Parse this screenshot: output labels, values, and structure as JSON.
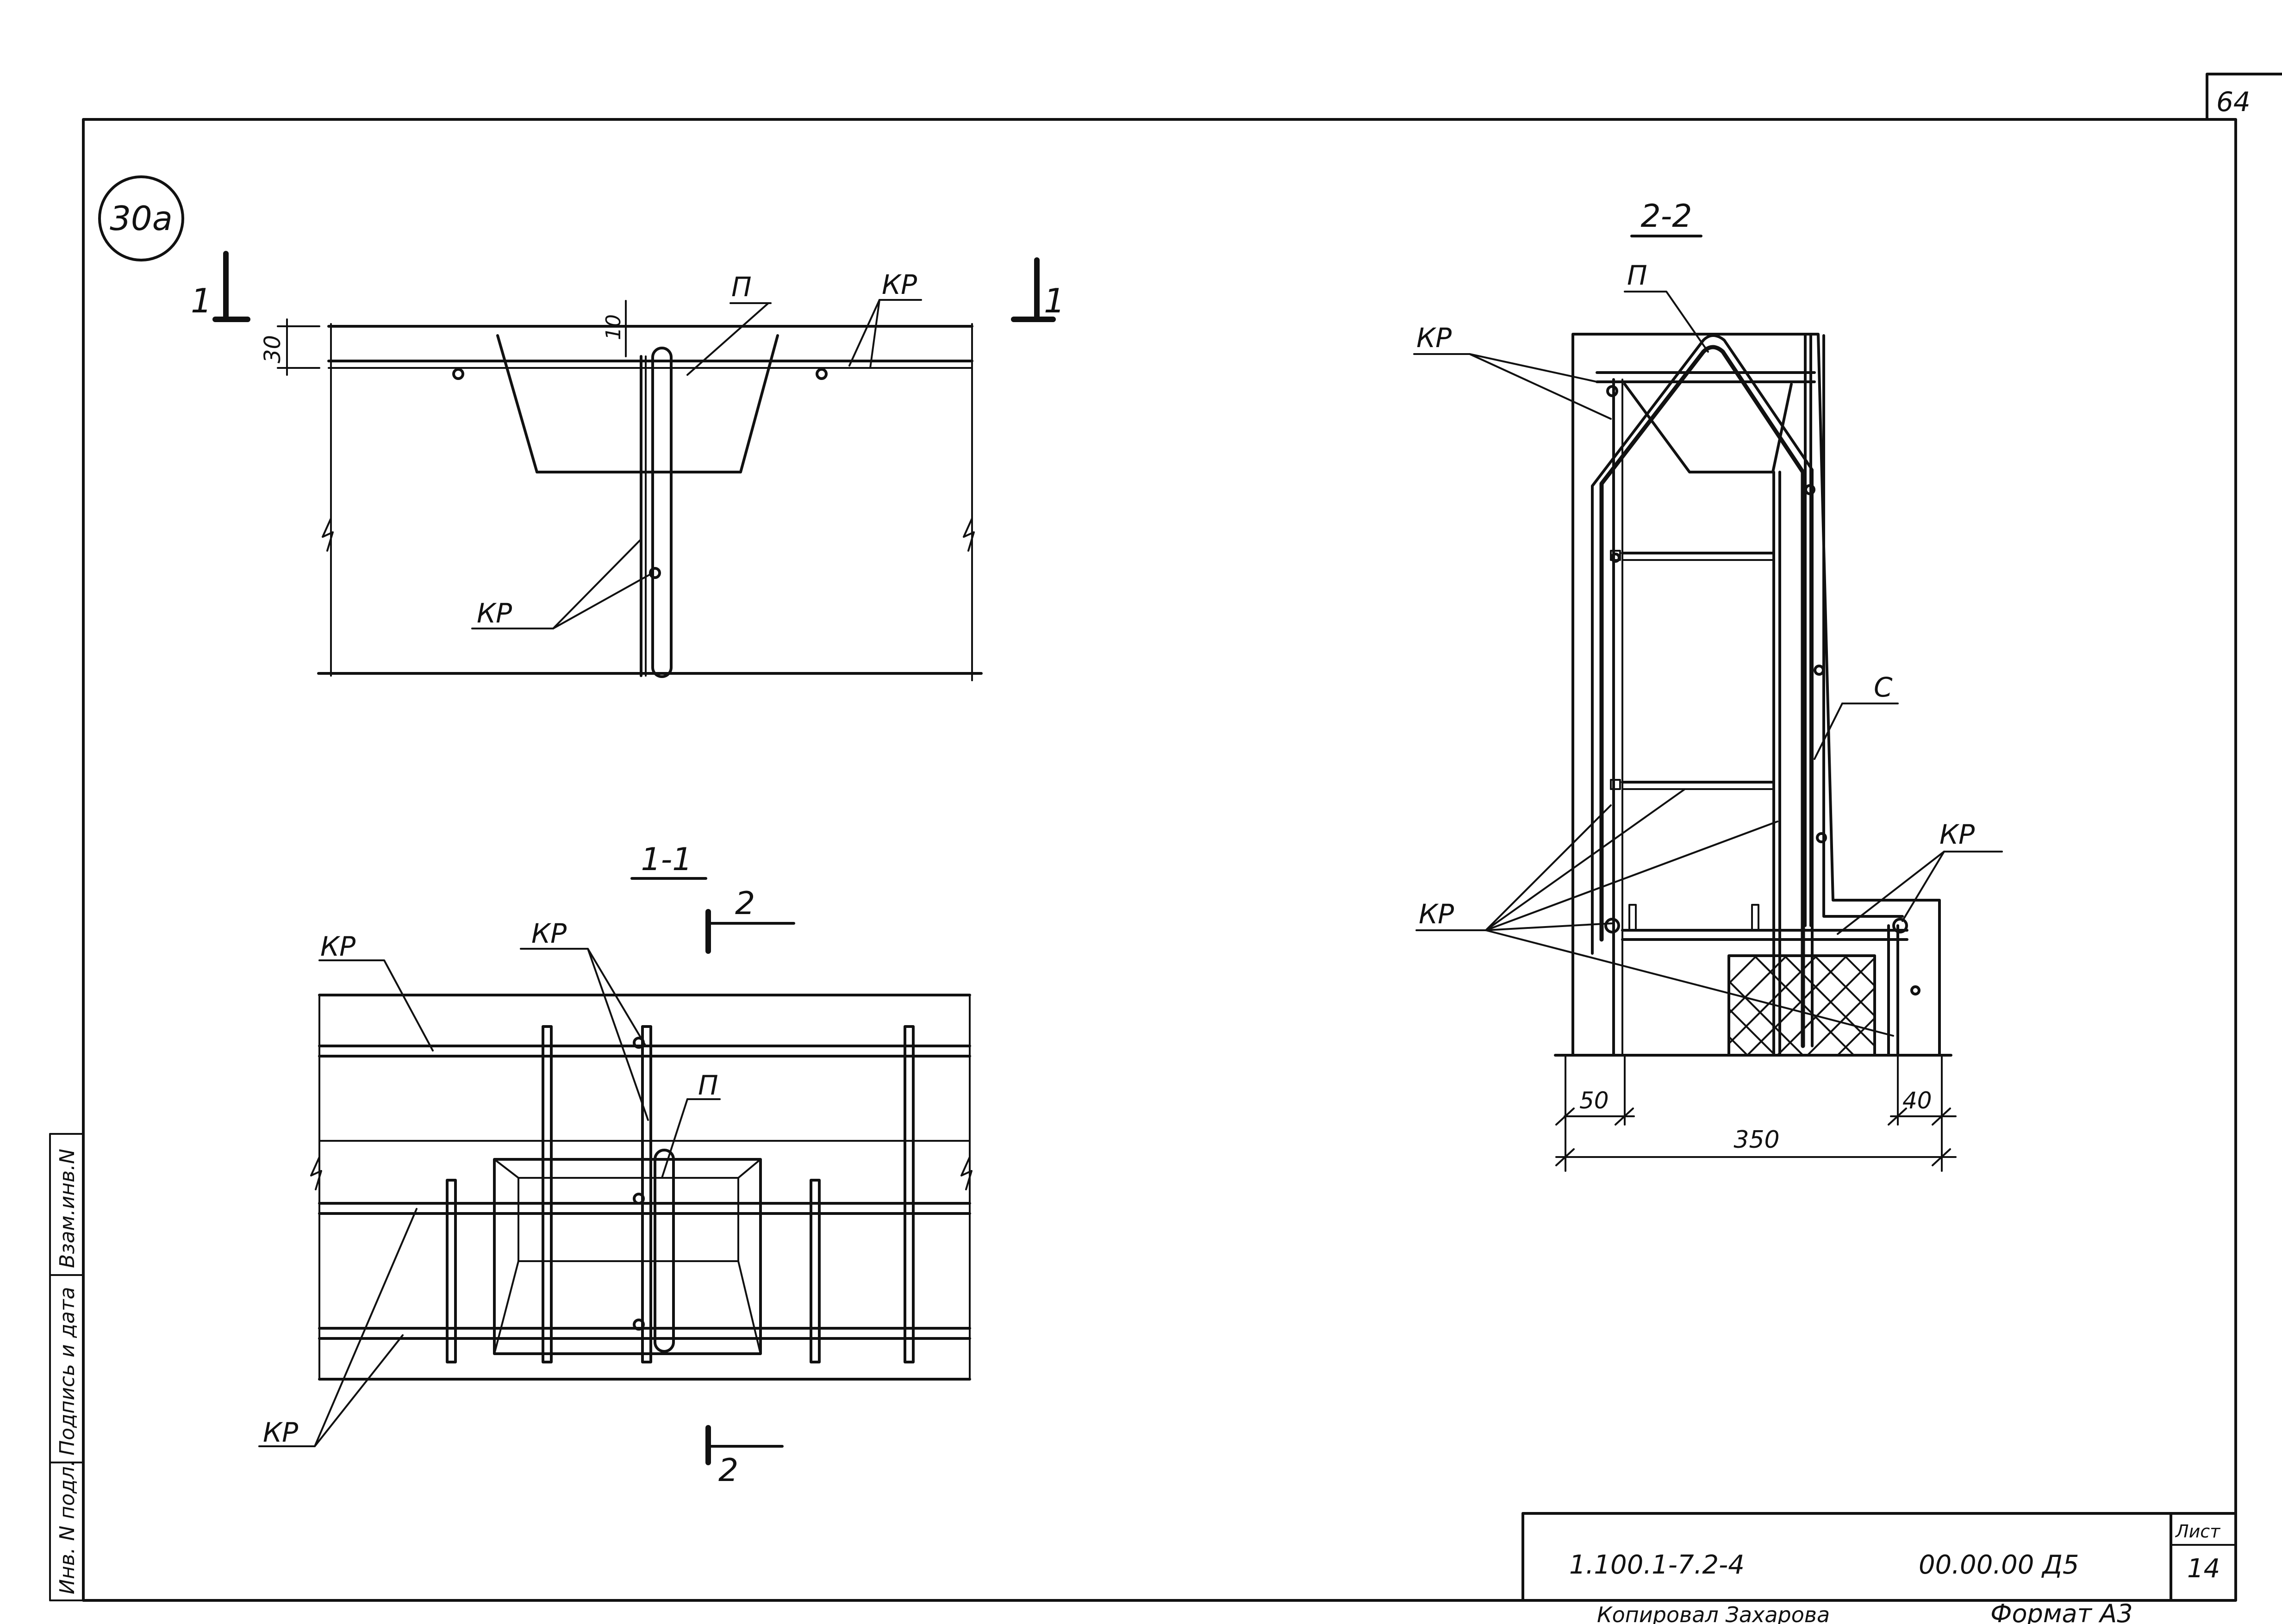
{
  "sheet": {
    "page_number": "64",
    "detail_mark": "30а",
    "format_label": "Формат А3",
    "copied_label": "Копировал Захарова"
  },
  "title_block": {
    "designation": "1.100.1-7.2-4",
    "code": "00.00.00 Д5",
    "sheet_label": "Лист",
    "sheet_number": "14"
  },
  "side_stamp": {
    "inventory_original": "Инв. N подл.",
    "signature_date": "Подпись и дата",
    "inventory_replacement": "Взам.инв.N"
  },
  "plan_view": {
    "section_mark_left": "1",
    "section_mark_right": "1",
    "dim_30": "30",
    "dim_10": "10",
    "label_loop": "П",
    "label_kp_top": "КР",
    "label_kp_mid": "КР"
  },
  "section_1_1": {
    "title": "1-1",
    "cut_mark_top": "2",
    "cut_mark_bottom": "2",
    "label_kp_left": "КР",
    "label_kp_center": "КР",
    "label_loop": "П",
    "label_kp_bottom": "КР"
  },
  "section_2_2": {
    "title": "2-2",
    "label_loop": "П",
    "label_kp_top": "КР",
    "label_c": "С",
    "label_kp_right": "КР",
    "label_kp_left": "КР",
    "dim_50": "50",
    "dim_40": "40",
    "dim_350": "350"
  },
  "colors": {
    "ink": "#111111",
    "paper": "#ffffff"
  }
}
